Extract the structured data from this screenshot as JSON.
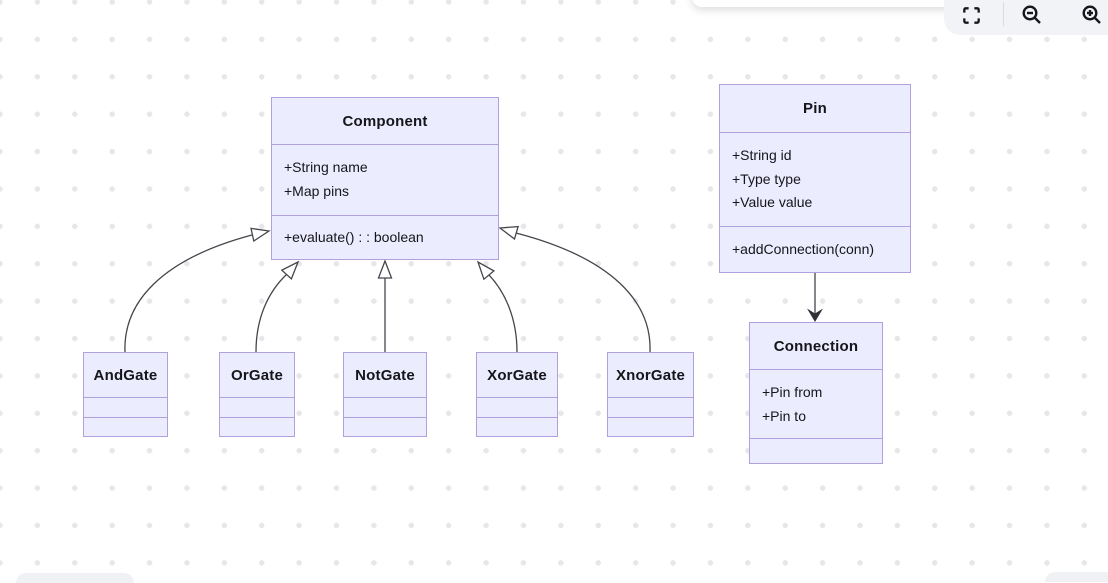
{
  "toolbar": {
    "buttons": [
      {
        "name": "fullscreen",
        "label": "Toggle fullscreen"
      },
      {
        "name": "zoom-out",
        "label": "Zoom out"
      },
      {
        "name": "zoom-in",
        "label": "Zoom in"
      }
    ]
  },
  "diagram": {
    "type": "uml-class-diagram",
    "classes": [
      {
        "title": "Component",
        "attributes": [
          "+String name",
          "+Map pins"
        ],
        "methods": [
          "+evaluate() : : boolean"
        ]
      },
      {
        "title": "Pin",
        "attributes": [
          "+String id",
          "+Type type",
          "+Value value"
        ],
        "methods": [
          "+addConnection(conn)"
        ]
      },
      {
        "title": "Connection",
        "attributes": [
          "+Pin from",
          "+Pin to"
        ],
        "methods": []
      },
      {
        "title": "AndGate",
        "attributes": [],
        "methods": []
      },
      {
        "title": "OrGate",
        "attributes": [],
        "methods": []
      },
      {
        "title": "NotGate",
        "attributes": [],
        "methods": []
      },
      {
        "title": "XorGate",
        "attributes": [],
        "methods": []
      },
      {
        "title": "XnorGate",
        "attributes": [],
        "methods": []
      }
    ],
    "relations": [
      {
        "from": "AndGate",
        "to": "Component",
        "type": "inheritance"
      },
      {
        "from": "OrGate",
        "to": "Component",
        "type": "inheritance"
      },
      {
        "from": "NotGate",
        "to": "Component",
        "type": "inheritance"
      },
      {
        "from": "XorGate",
        "to": "Component",
        "type": "inheritance"
      },
      {
        "from": "XnorGate",
        "to": "Component",
        "type": "inheritance"
      },
      {
        "from": "Pin",
        "to": "Connection",
        "type": "association"
      }
    ],
    "colors": {
      "node_fill": "#ECECFF",
      "node_border": "#b0a0dd",
      "edge": "#45454d",
      "canvas_dot": "#e7e7ea",
      "toolbar_bg": "#f2f3f6"
    }
  }
}
